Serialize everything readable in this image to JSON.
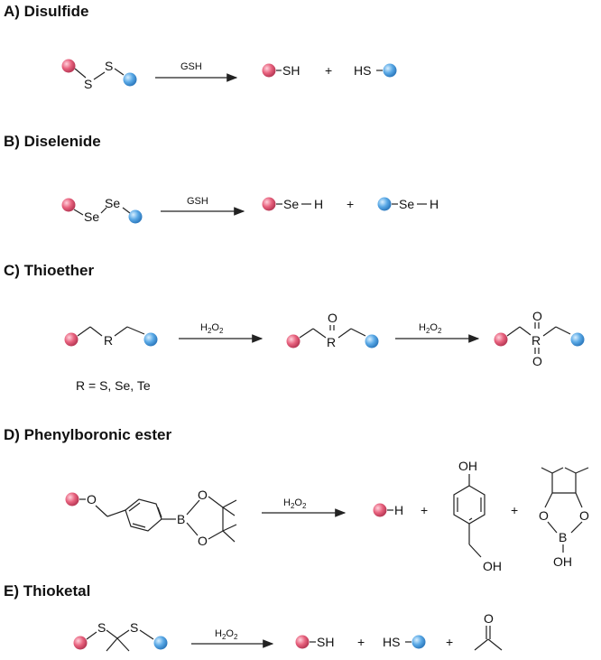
{
  "sections": {
    "a": {
      "title": "A) Disulfide",
      "reagent": "GSH",
      "atoms": {
        "s1": "S",
        "s2": "S",
        "p1": "SH",
        "p2": "HS"
      },
      "plus": "+"
    },
    "b": {
      "title": "B) Diselenide",
      "reagent": "GSH",
      "atoms": {
        "se1": "Se",
        "se2": "Se",
        "p1_se": "Se",
        "p1_h": "H",
        "p2_se": "Se",
        "p2_h": "H"
      },
      "plus": "+"
    },
    "c": {
      "title": "C) Thioether",
      "reagent1": "H",
      "reagent1_sub": "2",
      "reagent1_tail": "O",
      "reagent1_sub2": "2",
      "reagent2": "H",
      "reagent2_sub": "2",
      "reagent2_tail": "O",
      "reagent2_sub2": "2",
      "atoms": {
        "r": "R",
        "r2": "R",
        "o1": "O",
        "r3": "R",
        "o2": "O",
        "o3": "O"
      },
      "note": "R = S, Se, Te"
    },
    "d": {
      "title": "D) Phenylboronic ester",
      "reagent": "H",
      "reagent_sub": "2",
      "reagent_tail": "O",
      "reagent_sub2": "2",
      "atoms": {
        "o_ether": "O",
        "b": "B",
        "o_top": "O",
        "o_bot": "O",
        "p_h": "H",
        "oh_top": "OH",
        "oh_bot": "OH",
        "b2": "B",
        "o2a": "O",
        "o2b": "O",
        "oh_b": "OH"
      },
      "plus": "+"
    },
    "e": {
      "title": "E) Thioketal",
      "reagent": "H",
      "reagent_sub": "2",
      "reagent_tail": "O",
      "reagent_sub2": "2",
      "atoms": {
        "s1": "S",
        "s2": "S",
        "p1": "SH",
        "p2": "HS",
        "o": "O"
      },
      "plus": "+"
    }
  },
  "colors": {
    "pink": "#e8627e",
    "blue": "#5aa9e6"
  }
}
